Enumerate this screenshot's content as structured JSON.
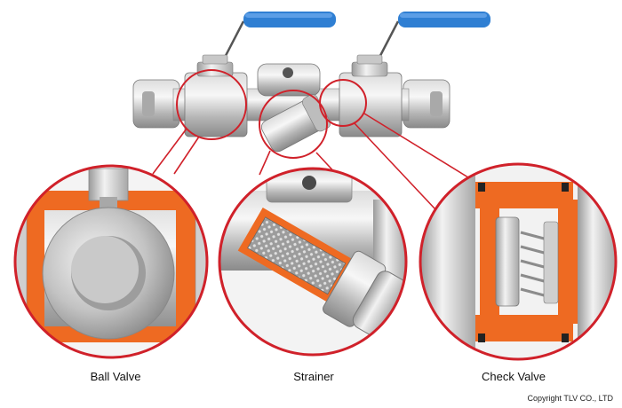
{
  "labels": {
    "ball_valve": "Ball Valve",
    "strainer": "Strainer",
    "check_valve": "Check Valve"
  },
  "copyright": "Copyright TLV CO., LTD",
  "colors": {
    "callout_ring": "#d0212a",
    "handle": "#2f7fd3",
    "cutaway": "#ee6a22",
    "steel_light": "#f0f0f0",
    "steel_mid": "#b9b9b9",
    "steel_dark": "#7d7d7d"
  }
}
